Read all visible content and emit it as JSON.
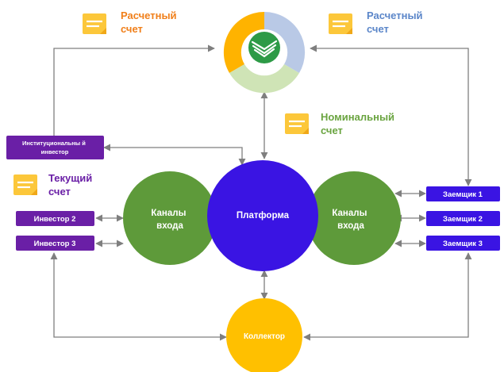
{
  "colors": {
    "orange": "#f07f1a",
    "blue": "#5b86c9",
    "green": "#6aa440",
    "purple": "#6a1fa6",
    "violet": "#3a14e3",
    "node_green": "#5e9a3a",
    "collector": "#ffc000",
    "arrow": "#7f7f7f"
  },
  "icons": {
    "account_icon": "note-icon",
    "bank_logo": "sberbank-logo"
  },
  "accounts": {
    "settlement_left": [
      "Расчетный",
      "счет"
    ],
    "settlement_right": [
      "Расчетный",
      "счет"
    ],
    "nominal": [
      "Номинальный",
      "счет"
    ],
    "current": [
      "Текущий",
      "счет"
    ]
  },
  "nodes": {
    "platform": "Платформа",
    "channels_left": [
      "Каналы",
      "входа"
    ],
    "channels_right": [
      "Каналы",
      "входа"
    ],
    "collector": "Коллектор"
  },
  "boxes": {
    "institutional_investor": [
      "Институциональны й",
      "инвестор"
    ],
    "investor_2": "Инвестор  2",
    "investor_3": "Инвестор  3",
    "borrower_1": "Заемщик  1",
    "borrower_2": "Заемщик  2",
    "borrower_3": "Заемщик  3"
  }
}
